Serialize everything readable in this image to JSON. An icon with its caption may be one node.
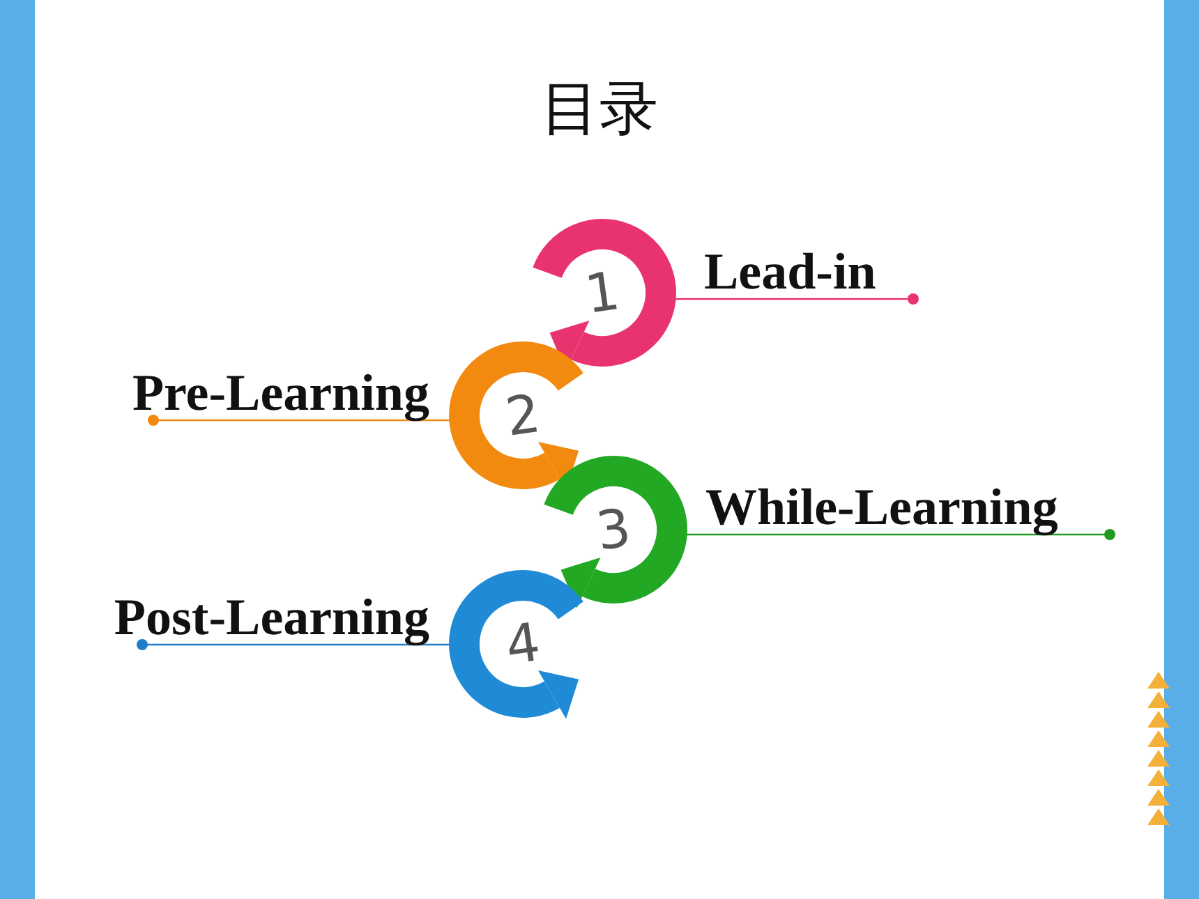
{
  "diagram": {
    "title": "目录",
    "nodes": [
      {
        "text": [
          "1"
        ]
      },
      {
        "text": [
          "Lead-in"
        ]
      },
      {
        "text": [
          "2"
        ]
      },
      {
        "text": [
          "Pre-Learning"
        ]
      },
      {
        "text": [
          "3"
        ]
      },
      {
        "text": [
          "While-Learning"
        ]
      },
      {
        "text": [
          "4"
        ]
      },
      {
        "text": [
          "Post-Learning"
        ]
      }
    ],
    "edges": [
      {
        "from": 1,
        "to": 0,
        "arrow": "other",
        "color": "#e8336f"
      },
      {
        "from": 3,
        "to": 2,
        "arrow": "other",
        "color": "#f28a10"
      },
      {
        "from": 5,
        "to": 4,
        "arrow": "other",
        "color": "#1f9a1f"
      },
      {
        "from": 7,
        "to": 6,
        "arrow": "other",
        "color": "#1f7cc8"
      }
    ]
  }
}
